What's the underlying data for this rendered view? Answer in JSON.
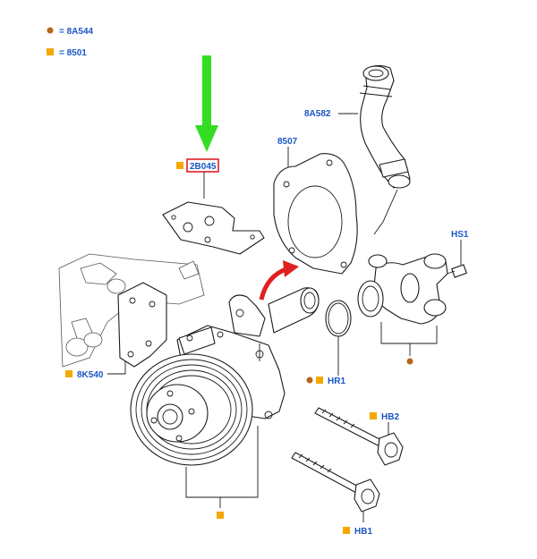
{
  "legend": {
    "items": [
      {
        "marker": "circle",
        "color": "#b5651d",
        "text": "= 8A544"
      },
      {
        "marker": "square",
        "color": "#f5a800",
        "text": "= 8501"
      }
    ]
  },
  "colors": {
    "circle_marker": "#b5651d",
    "square_marker": "#f5a800",
    "label": "#1a56c4",
    "highlight_box": "#e0202a",
    "pointer_arrow": "#33dd22",
    "curved_arrow": "#e02020"
  },
  "labels": {
    "gasket_highlight": "2B045",
    "gasket_8507": "8507",
    "hose": "8A582",
    "sensor": "HS1",
    "oring": "HR1",
    "bolt_hb2": "HB2",
    "bolt_hb1": "HB1",
    "pulley_bracket": "8K540"
  }
}
